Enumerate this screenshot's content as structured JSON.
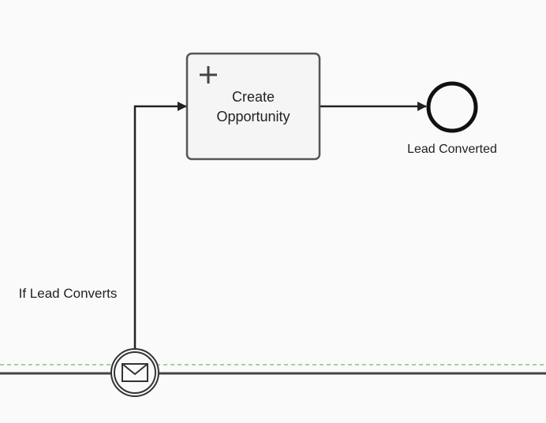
{
  "diagram": {
    "subprocess": {
      "label_line1": "Create",
      "label_line2": "Opportunity",
      "marker": "collapsed-subprocess-plus-icon"
    },
    "end_event": {
      "label": "Lead Converted"
    },
    "boundary_event": {
      "label": "If Lead Converts",
      "icon": "envelope-icon"
    }
  },
  "colors": {
    "background": "#fafafa",
    "stroke": "#222222",
    "task_fill": "#f5f5f5",
    "task_stroke": "#555555",
    "lane_divider": "#7cb36a",
    "pool_border": "#444444"
  }
}
